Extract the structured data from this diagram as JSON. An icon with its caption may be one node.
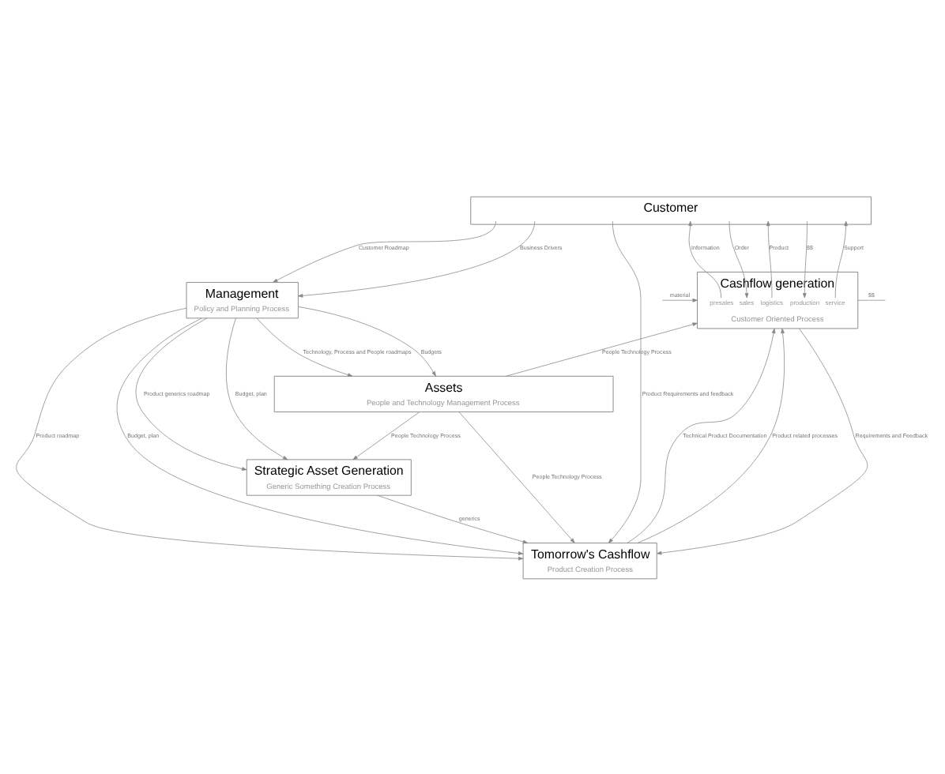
{
  "diagram": {
    "nodes": [
      {
        "text": [
          "Customer"
        ]
      },
      {
        "text": [
          "Management",
          "Policy and Planning Process"
        ]
      },
      {
        "text": [
          "Cashflow generation",
          "presales",
          "sales",
          "logistics",
          "production",
          "service",
          "Customer Oriented Process"
        ]
      },
      {
        "text": [
          "Tomorrow's Cashflow",
          "Product Creation Process"
        ]
      },
      {
        "text": [
          "Strategic Asset Generation",
          "Generic Something Creation Process"
        ]
      },
      {
        "text": [
          "Assets",
          "People and Technology Management Process"
        ]
      }
    ],
    "edges": [
      {
        "from": 0,
        "to": 1,
        "arrow": "to",
        "label": "Customer Roadmap"
      },
      {
        "from": 0,
        "to": 1,
        "arrow": "to",
        "label": "Business Drivers"
      },
      {
        "from": 0,
        "to": 3,
        "arrow": "to",
        "label": "Product Requirements and feedback"
      },
      {
        "from": 2,
        "to": 0,
        "arrow": "to",
        "label": "Information"
      },
      {
        "from": 0,
        "to": 2,
        "arrow": "to",
        "label": "Order"
      },
      {
        "from": 2,
        "to": 0,
        "arrow": "to",
        "label": "Product"
      },
      {
        "from": 0,
        "to": 2,
        "arrow": "to",
        "label": "$$"
      },
      {
        "from": 2,
        "to": 0,
        "arrow": "to",
        "label": "Support"
      },
      {
        "from": null,
        "to": 2,
        "arrow": "to",
        "label": "material"
      },
      {
        "from": 2,
        "to": null,
        "arrow": "none",
        "label": "$$"
      },
      {
        "from": 1,
        "to": 5,
        "arrow": "to",
        "label": "Technology, Process and People roadmaps"
      },
      {
        "from": 1,
        "to": 5,
        "arrow": "to",
        "label": "Budgets"
      },
      {
        "from": 1,
        "to": 4,
        "arrow": "to",
        "label": "Product generics roadmap"
      },
      {
        "from": 1,
        "to": 4,
        "arrow": "to",
        "label": "Budget, plan"
      },
      {
        "from": 1,
        "to": 3,
        "arrow": "to",
        "label": "Product roadmap"
      },
      {
        "from": 1,
        "to": 3,
        "arrow": "to",
        "label": "Budget, plan"
      },
      {
        "from": 2,
        "to": 3,
        "arrow": "to",
        "label": "Requirements and Feedback"
      },
      {
        "from": 3,
        "to": 2,
        "arrow": "to",
        "label": "Technical Product Documentation"
      },
      {
        "from": 3,
        "to": 2,
        "arrow": "to",
        "label": "Product related processes"
      },
      {
        "from": 5,
        "to": 2,
        "arrow": "to",
        "label": "People Technology Process"
      },
      {
        "from": 4,
        "to": 3,
        "arrow": "to",
        "label": "generics"
      },
      {
        "from": 5,
        "to": 4,
        "arrow": "to",
        "label": "People Technology Process"
      },
      {
        "from": 5,
        "to": 3,
        "arrow": "to",
        "label": "People Technology Process"
      }
    ]
  }
}
